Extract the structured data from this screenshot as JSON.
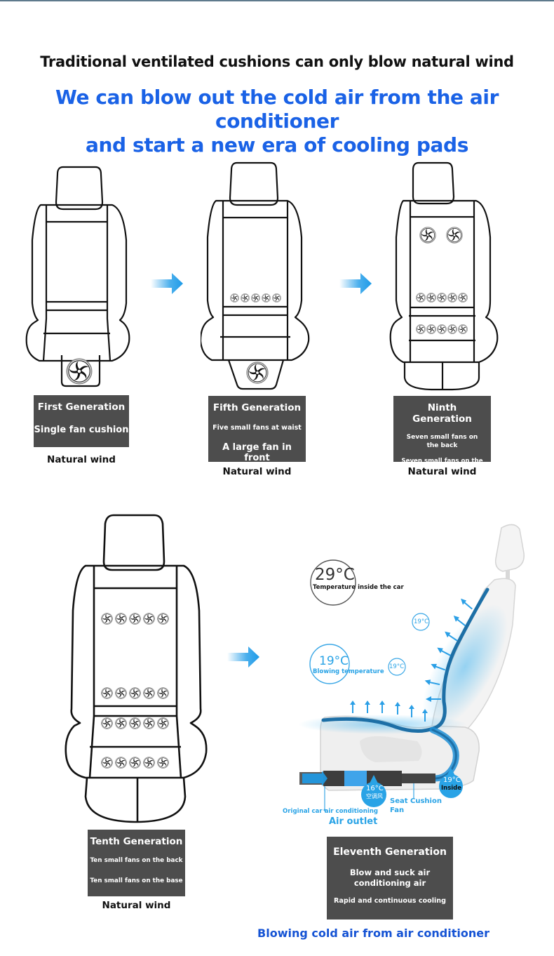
{
  "header": {
    "title": "Traditional ventilated cushions can only blow natural wind",
    "headline_line1": "We can blow out the cold air from the air conditioner",
    "headline_line2": "and start a new era of cooling pads"
  },
  "colors": {
    "headline_blue": "#1a62e6",
    "label_box": "#4d4d4d",
    "arrow_blue": "#1e9be8",
    "diagram_cyan": "#1aa3e0"
  },
  "generations": [
    {
      "name": "First Generation",
      "lines": [
        "Single fan cushion"
      ],
      "caption": "Natural wind",
      "back_fans": 0,
      "base_fans": 0,
      "front_fan": true
    },
    {
      "name": "Fifth Generation",
      "lines": [
        "Five small fans at waist",
        "A large fan in front"
      ],
      "caption": "Natural wind",
      "waist_fans": 5,
      "front_fan": true
    },
    {
      "name": "Ninth Generation",
      "lines": [
        "Seven small fans on the back",
        "Seven small fans on the base"
      ],
      "caption": "Natural wind",
      "upper_fans": 2,
      "waist_fans": 5,
      "base_fans": 5
    },
    {
      "name": "Tenth Generation",
      "lines": [
        "Ten small fans on the back",
        "Ten small fans on the base"
      ],
      "caption": "Natural wind",
      "upper_fans": 5,
      "waist_fans": 5,
      "base_fans_row1": 5,
      "base_fans_row2": 5
    },
    {
      "name": "Eleventh Generation",
      "lines": [
        "Blow and suck air conditioning air",
        "Rapid and continuous cooling"
      ],
      "caption": "Blowing cold air from air conditioner"
    }
  ],
  "icons": {
    "arrow": "arrow-right-icon",
    "fan": "fan-icon"
  },
  "diagram": {
    "car_temp": "29°C",
    "car_temp_label": "Temperature inside the car",
    "blow_temp": "19°C",
    "blow_temp_label": "Blowing temperature",
    "back_temp_small_1": "19°C",
    "back_temp_small_2": "19°C",
    "ac_temp": "16°C",
    "ac_temp_cn": "空调风",
    "inside_temp": "19°C",
    "inside_label": "Inside",
    "original_ac_label": "Original car air conditioning",
    "air_outlet_label": "Air outlet",
    "seat_fan_label_1": "Seat Cushion",
    "seat_fan_label_2": "Fan"
  }
}
